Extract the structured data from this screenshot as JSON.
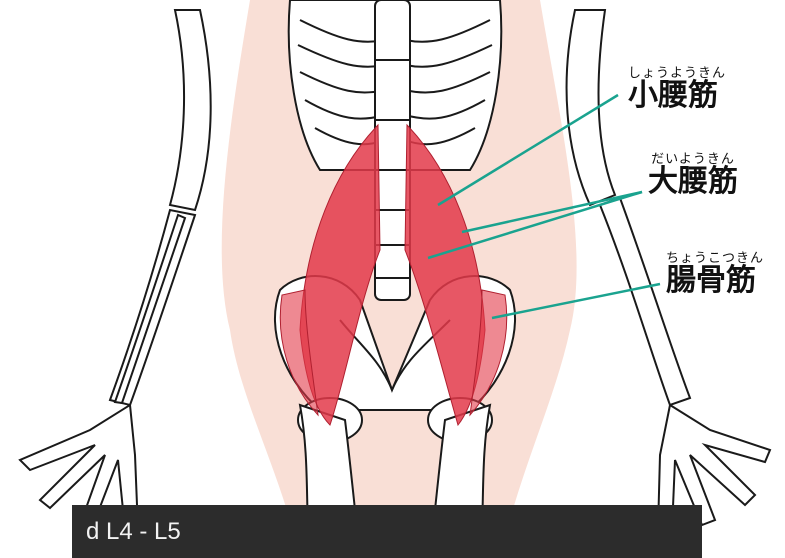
{
  "labels": {
    "psoas_minor": {
      "ruby": "しょうようきん",
      "kanji": "小腰筋"
    },
    "psoas_major": {
      "ruby": "だいようきん",
      "kanji": "大腰筋"
    },
    "iliacus": {
      "ruby": "ちょうこつきん",
      "kanji": "腸骨筋"
    }
  },
  "caption": {
    "text": "d  L4 - L5"
  },
  "colors": {
    "skin": "#f9dfd6",
    "muscle": "#e33a4a",
    "leader_line": "#1aa38f",
    "bone_outline": "#1a1a1a",
    "caption_bg": "#2c2c2c"
  }
}
